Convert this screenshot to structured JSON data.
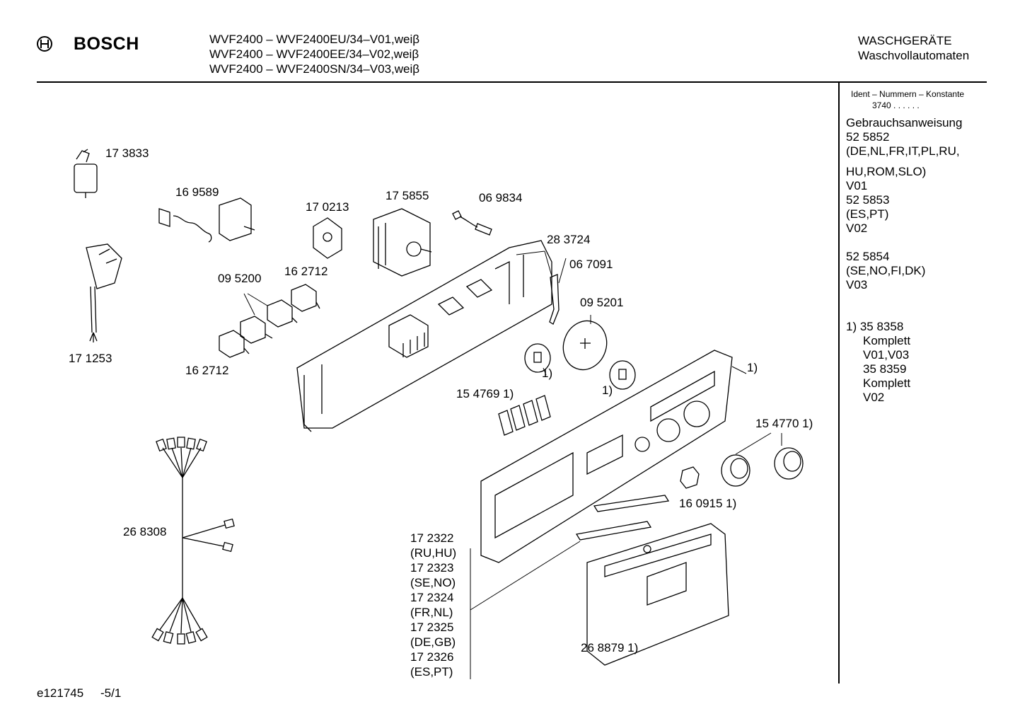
{
  "header": {
    "brand": "BOSCH",
    "models": [
      "WVF2400 – WVF2400EU/34–V01,weiβ",
      "WVF2400 – WVF2400EE/34–V02,weiβ",
      "WVF2400 – WVF2400SN/34–V03,weiβ"
    ],
    "category_1": "WASCHGERÄTE",
    "category_2": "Waschvollautomaten"
  },
  "sidebar": {
    "ident_label": "Ident – Nummern – Konstante",
    "ident_value": "3740 . .   . . . .",
    "lines": [
      "Gebrauchsanweisung",
      "52 5852",
      "(DE,NL,FR,IT,PL,RU,",
      "HU,ROM,SLO)",
      "V01",
      "52 5853",
      "(ES,PT)",
      "V02",
      "52 5854",
      "(SE,NO,FI,DK)",
      "V03",
      "1) 35 8358",
      "Komplett",
      "V01,V03",
      "35 8359",
      "Komplett",
      "V02"
    ]
  },
  "labels": {
    "p173833": "17 3833",
    "p169589": "16 9589",
    "p170213": "17 0213",
    "p175855": "17 5855",
    "p069834": "06 9834",
    "p283724": "28 3724",
    "p067091": "06 7091",
    "p095200": "09 5200",
    "p162712a": "16 2712",
    "p162712b": "16 2712",
    "p171253": "17 1253",
    "p095201": "09 5201",
    "p1a": "1)",
    "p1b": "1)",
    "p1c": "1)",
    "p154769": "15 4769 1)",
    "p154770": "15 4770 1)",
    "p160915": "16 0915 1)",
    "p268308": "26 8308",
    "p268879": "26 8879 1)",
    "variants": [
      "17 2322",
      "(RU,HU)",
      "17 2323",
      "(SE,NO)",
      "17 2324",
      "(FR,NL)",
      "17 2325",
      "(DE,GB)",
      "17 2326",
      "(ES,PT)"
    ]
  },
  "footer": {
    "code": "e121745",
    "page": "-5/1"
  }
}
